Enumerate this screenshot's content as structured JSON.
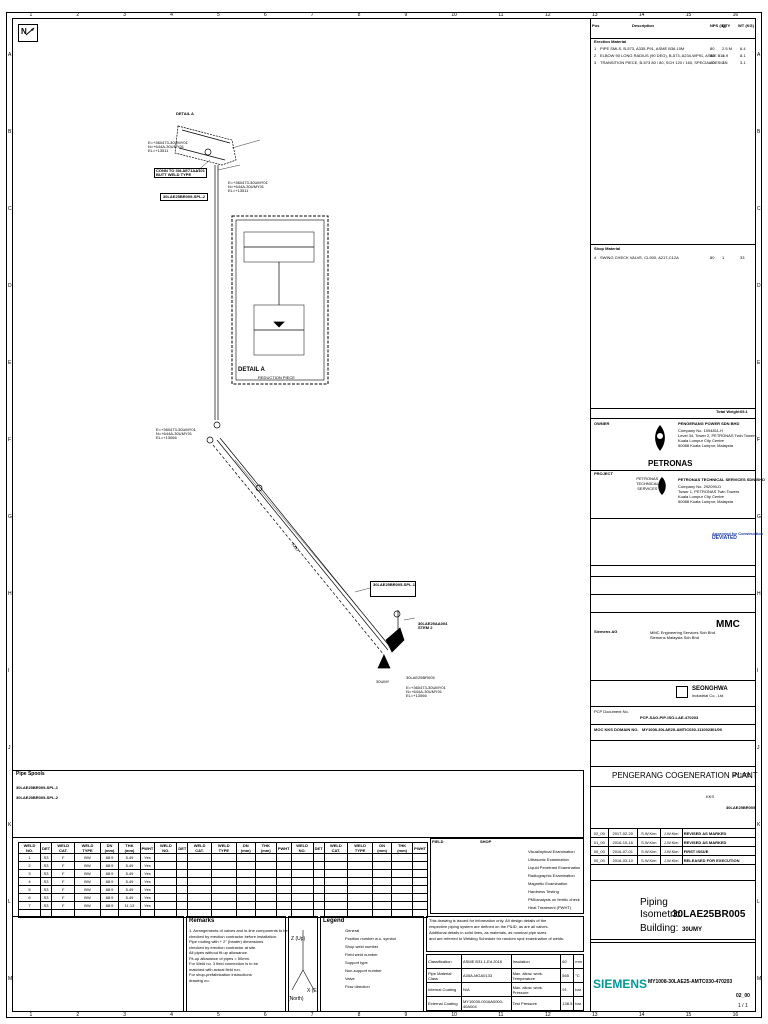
{
  "frame": {
    "col_numbers": [
      "1",
      "2",
      "3",
      "4",
      "5",
      "6",
      "7",
      "8",
      "9",
      "10",
      "11",
      "12",
      "13",
      "14",
      "15",
      "16"
    ],
    "row_letters": [
      "A",
      "B",
      "C",
      "D",
      "E",
      "F",
      "G",
      "H",
      "I",
      "J",
      "K",
      "L",
      "M"
    ]
  },
  "iso": {
    "detail_a_tag": "DETAIL A",
    "detail_a_title": "DETAIL A",
    "detail_a_sub": "REDUCTION PIECE",
    "coord1": [
      "E=+360473-30UMY01",
      "N=+644A-30UMY01",
      "EL=+13511"
    ],
    "coord2": [
      "E=+360473-30UMY01",
      "N=+644A-30UMY01",
      "EL=+13511"
    ],
    "coord3": [
      "E=+360473-30UMY01",
      "N=+644A-30UMY01",
      "EL=+13066"
    ],
    "coord4": [
      "E=+360473-30UMY01",
      "N=+644A-30UMY01",
      "EL=+13066"
    ],
    "conn_note": [
      "CONN TO 30LAE71AA101",
      "BUTT WELD TYPE"
    ],
    "line_ref_upper": "30LAE25BR009-SPL-2",
    "line_ref_lower": "30LAE25BR005-SPL-1",
    "valve_tag": [
      "30LAE25AA004",
      "STEM 2"
    ],
    "support_tag": "30UMY",
    "size_label": "700D",
    "elbow_label": "30LAE25BR005"
  },
  "pipe_spools": {
    "title": "Pipe Spools",
    "items": [
      "30LAE25BR005-SPL-1",
      "30LAE25BR005-SPL-2"
    ]
  },
  "weld_table": {
    "headers": [
      "WELD NO.",
      "DET",
      "WELD CAT.",
      "WELD TYPE",
      "DN (mm)",
      "THK (mm)",
      "PWHT"
    ],
    "rows": [
      [
        "1",
        "S3",
        "F",
        "BW",
        "88.9",
        "5.49",
        "Yes"
      ],
      [
        "2",
        "S3",
        "F",
        "BW",
        "88.9",
        "5.49",
        "Yes"
      ],
      [
        "3",
        "S3",
        "F",
        "BW",
        "88.9",
        "5.49",
        "Yes"
      ],
      [
        "4",
        "S3",
        "F",
        "BW",
        "88.9",
        "5.49",
        "Yes"
      ],
      [
        "5",
        "S3",
        "F",
        "BW",
        "88.9",
        "5.49",
        "Yes"
      ],
      [
        "6",
        "S3",
        "F",
        "BW",
        "88.9",
        "5.49",
        "Yes"
      ],
      [
        "7",
        "S3",
        "F",
        "BW",
        "88.9",
        "11.13",
        "Yes"
      ]
    ]
  },
  "remarks": {
    "title": "Remarks",
    "lines": [
      "1. Arrangements of valves and in-line components to be",
      "checked by erection contractor before installation.",
      "Pipe routing with + 2\" (heater) dimensions",
      "checked by erection contractor at site.",
      "All pipes without fit-up allowance.",
      "Fit-up allowance of pipes = 50mm.",
      "For Weld no. 3 field connection is to be",
      "matched with actual field run.",
      "For shop-prefabrication instructions",
      "drawing no."
    ]
  },
  "legend": {
    "title": "Legend",
    "items": [
      "General",
      "Position number w.o. symbol",
      "Shop weld number",
      "Field weld number",
      "Support type",
      "Non-support number",
      "Valve",
      "Flow direction"
    ]
  },
  "test_note": [
    "This drawing is issued for information only. All design details of the",
    "respective piping system are defined on the P&ID, as are all valves.",
    "Additional details in solid lines, as materials, as nominal pipe sizes",
    "and are referred to Welding Schedule for random spot examination of welds."
  ],
  "design_data": {
    "rows": [
      [
        "Classification",
        "ASME B31.1-Ed.2016",
        "Insulation",
        "60",
        "mm"
      ],
      [
        "Pipe Material Class",
        "A35A-MGA0133",
        "Max. allow. work. Temperature",
        "565",
        "°C"
      ],
      [
        "Internal Coating",
        "N/A",
        "Max. allow. work. Pressure",
        "91",
        "bar"
      ],
      [
        "External Coating",
        "MY10030-0016A0000-40A004",
        "Test Pressure",
        "138.5",
        "bar"
      ]
    ]
  },
  "bom": {
    "headers": [
      "Pos",
      "Description",
      "NPS (IN)",
      "QTY",
      "WT (KG)"
    ],
    "erection_title": "Erection Material",
    "items": [
      [
        "1",
        "PIPE SMLS, B-573, A335-P91, ASME B36.10M",
        "80",
        "2.5 M",
        "6.4"
      ],
      [
        "2",
        "ELBOW 90 LONG RADIUS (90 DEG), B-573, A234-WP91, ASME B16.9",
        "80",
        "1",
        "8.1"
      ],
      [
        "3",
        "TRANSITION PIECE, B-573 80 / 80, SCH 120 / 160, SPECIAL DESIGN",
        "80",
        "1",
        "3.1"
      ]
    ],
    "shop_title": "Shop Material",
    "shop_items": [
      [
        "4",
        "SWING CHECK VALVE, CL900, A217-C12A",
        "80",
        "1",
        "33"
      ]
    ],
    "total_label": "Total Weight",
    "total_value": "65.1"
  },
  "owner_block": {
    "owner_label": "OWNER",
    "owner_name": "PENGERANG POWER SDN BHD",
    "owner_addr": [
      "Company No. 1094811-H",
      "Level 34, Tower 2, PETRONAS Twin Towers",
      "Kuala Lumpur City Centre",
      "50088 Kuala Lumpur, Malaysia"
    ],
    "petronas": "PETRONAS",
    "project_label": "PROJECT",
    "consultant_name": "PETRONAS TECHNICAL SERVICES SDN BHD",
    "consultant_addr": [
      "Company No. 292090-D",
      "Tower 1, PETRONAS Twin Towers",
      "Kuala Lumpur City Centre",
      "50088 Kuala Lumpur, Malaysia"
    ],
    "ptsb_lines": [
      "PETRONAS",
      "TECHNICAL",
      "SERVICES"
    ],
    "approval": [
      "Approved for Construction",
      "DEVIATED"
    ],
    "siemens_ag": "Siemens AG",
    "mmc": "MMC",
    "mmc_full": [
      "MMC Engineering Services Sdn Bhd",
      "Siemens Malaysia Sdn Bhd"
    ],
    "seonghwa": "SEONGHWA",
    "seonghwa_sub": "Industrial Co., Ltd"
  },
  "doc_numbers": {
    "ppsb_label": "PCP Document No.",
    "ppsb_no": "PCP-SAG-PIP-ISO-LAE-470203",
    "moc_label": "MOC KKS DOMAIN NO.",
    "moc_no": "MY1008-30LAE25-AMTIC030-1110023",
    "moc_rev": "01/00",
    "plant": "PENGERANG COGENERATION PLANT",
    "plant_code": "MY1008",
    "kks_label": "KKS",
    "kks_value": "30LAE25BR005"
  },
  "revisions": [
    [
      "02_00",
      "2017-02-20",
      "S.W.Kim",
      "J.W.Kim",
      "REVISED AS MARKED"
    ],
    [
      "01_00",
      "2016-10-16",
      "S.W.Kim",
      "J.W.Kim",
      "REVISED AS MARKED"
    ],
    [
      "00_00",
      "2016-07-01",
      "S.W.Kim",
      "J.W.Kim",
      "FIRST ISSUE"
    ],
    [
      "00_00",
      "2016-03-10",
      "S.W.Kim",
      "J.W.Kim",
      "RELEASED FOR EXECUTION"
    ]
  ],
  "title_block": {
    "piping": "Piping",
    "isometric_label": "Isometric",
    "isometric_value": "30LAE25BR005",
    "building_label": "Building:",
    "building_value": "30UMY",
    "siemens": "SIEMENS",
    "doc_no": "MY1008-30LAE25-AMTC030-470203",
    "rev": "02_00",
    "sheet": "1 / 1"
  },
  "inspection": {
    "headers": [
      "FIELD",
      "SHOP"
    ],
    "rows": [
      "Visual/optical Examination",
      "Ultrasonic Examination",
      "Liquid Penetrant Examination",
      "Radiographic Examination",
      "Magnetic Examination",
      "Hardness Testing",
      "PMI/analysis on ferritic check",
      "Heat Treatment (PWHT)"
    ]
  }
}
